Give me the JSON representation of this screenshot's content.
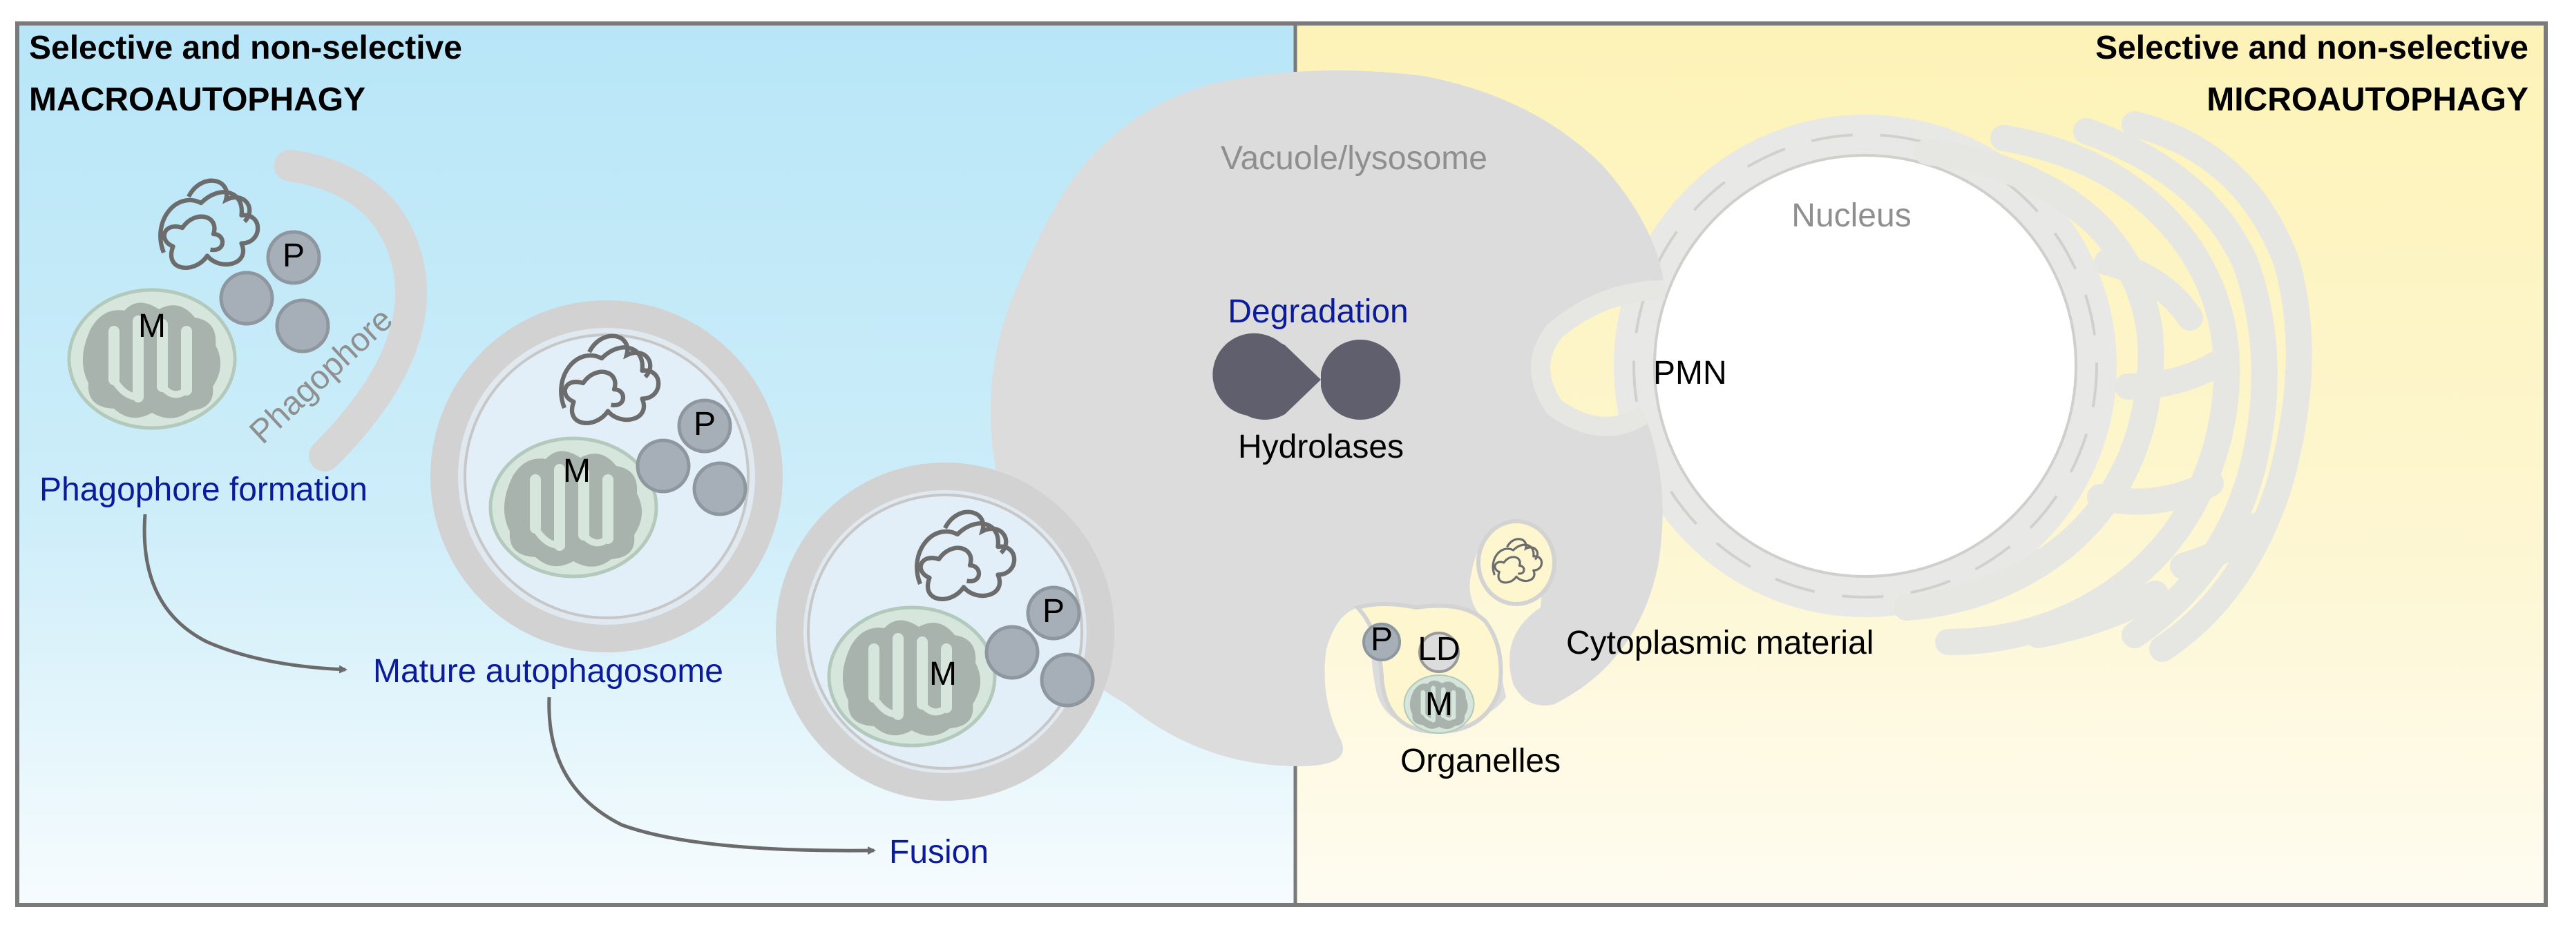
{
  "panels": {
    "left_heading_line1": "Selective and non-selective",
    "left_heading_line2": "MACROAUTOPHAGY",
    "right_heading_line1": "Selective and non-selective",
    "right_heading_line2": "MICROAUTOPHAGY"
  },
  "labels": {
    "vacuole": "Vacuole/lysosome",
    "nucleus": "Nucleus",
    "degradation": "Degradation",
    "hydrolases": "Hydrolases",
    "pmn": "PMN",
    "cytoplasmic": "Cytoplasmic material",
    "organelles": "Organelles",
    "phagophore": "Phagophore",
    "phagophore_formation": "Phagophore formation",
    "mature_autophagosome": "Mature autophagosome",
    "fusion": "Fusion"
  },
  "cargo": {
    "mito": "M",
    "peroxisome": "P",
    "lipid_droplet": "LD"
  },
  "colors": {
    "left_bg_top": "#b8e6f8",
    "right_bg_top": "#fdf3b8",
    "vacuole": "#dcdcdc",
    "membrane": "#cfcfcf",
    "mito_fill": "#d7e6dc",
    "mito_inner": "#a9b3ad",
    "peroxisome": "#a6aeb7",
    "hydrolase": "#5f5f6e",
    "label_blue": "#0c1b9a"
  }
}
